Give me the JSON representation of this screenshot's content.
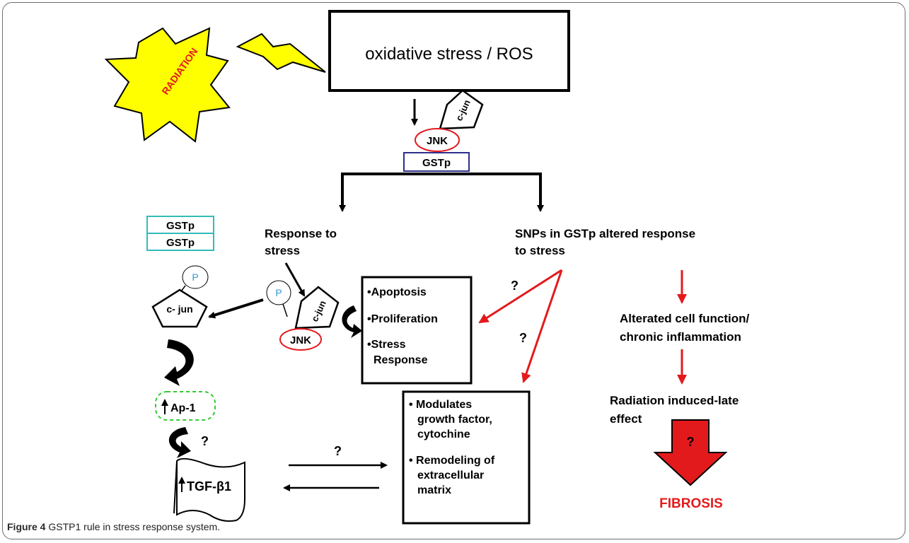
{
  "radiation_label": "RADIATION",
  "stress_box_label": "oxidative stress / ROS",
  "cjun_label": "c-jun",
  "cjun_label_spaced": "c- jun",
  "jnk_label": "JNK",
  "gstp_label": "GSTp",
  "p_label": "P",
  "response_to_stress_line1": "Response to",
  "response_to_stress_line2": "stress",
  "snps_line1": "SNPs  in GSTp altered response",
  "snps_line2": "to stress",
  "question_mark": "?",
  "outcomes_box": {
    "item1": "•Apoptosis",
    "item2": "•Proliferation",
    "item3_line1": "•Stress",
    "item3_line2": "Response"
  },
  "modulates_box": {
    "line1": "• Modulates",
    "line2": "growth factor,",
    "line3": "cytochine",
    "line4": "• Remodeling of",
    "line5": "extracellular",
    "line6": "matrix"
  },
  "ap1_label": "Ap-1",
  "tgf_label": "TGF-β1",
  "altered_line1": "Alterated cell function/",
  "altered_line2": "chronic inflammation",
  "radiation_late_line1": "Radiation induced-late",
  "radiation_late_line2": "effect",
  "fibrosis_label": "FIBROSIS",
  "caption": {
    "figure_label": "Figure 4",
    "text": "GSTP1 rule in stress response system."
  },
  "colors": {
    "red": "#e31a1c",
    "yellow": "#ffff00",
    "gstp_border_top": "#2e2e8c",
    "gstp_border_left": "#33bbbb",
    "ap1_border": "#33cc33",
    "p_text": "#3399cc"
  }
}
